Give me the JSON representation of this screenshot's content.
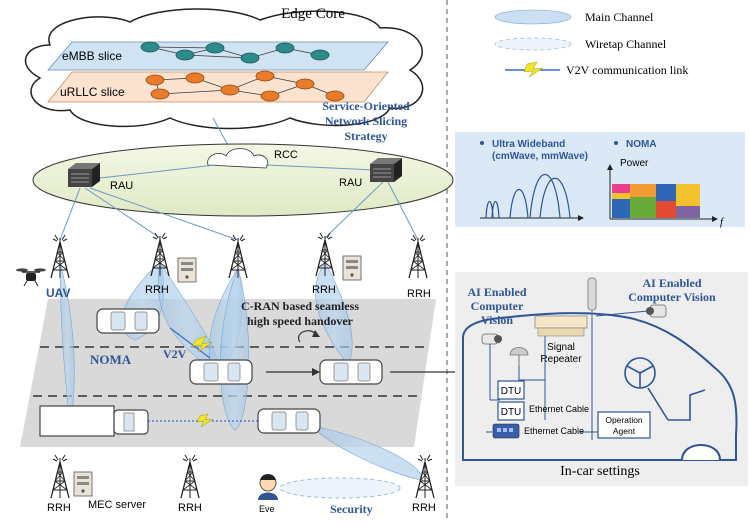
{
  "edge_core": {
    "title": "Edge Core",
    "embb_label": "eMBB slice",
    "urllc_label": "uRLLC slice",
    "strategy_label": [
      "Service-Oriented",
      "Network Slicing",
      "Strategy"
    ]
  },
  "rcc": {
    "label": "RCC",
    "rau_left": "RAU",
    "rau_right": "RAU"
  },
  "legend": {
    "main_channel": "Main Channel",
    "wiretap_channel": "Wiretap Channel",
    "v2v_link": "V2V communication link"
  },
  "spectrum": {
    "uwb_label": [
      "Ultra Wideband",
      "(cmWave, mmWave)"
    ],
    "noma_label": "NOMA",
    "power_label": "Power",
    "f_label": "f"
  },
  "road": {
    "rrh": "RRH",
    "uav": "UAV",
    "noma": "NOMA",
    "v2v": "V2V",
    "cran": [
      "C-RAN based seamless",
      "high speed handover"
    ],
    "mec": "MEC server",
    "eve": "Eve",
    "security": "Security"
  },
  "car": {
    "ai_left": [
      "AI Enabled",
      "Computer",
      "Vision"
    ],
    "ai_right": [
      "AI Enabled",
      "Computer Vision"
    ],
    "repeater": [
      "Signal",
      "Repeater"
    ],
    "dtu": "DTU",
    "ethernet": "Ethernet Cable",
    "agent": [
      "Operation",
      "Agent"
    ],
    "title": "In-car settings"
  }
}
